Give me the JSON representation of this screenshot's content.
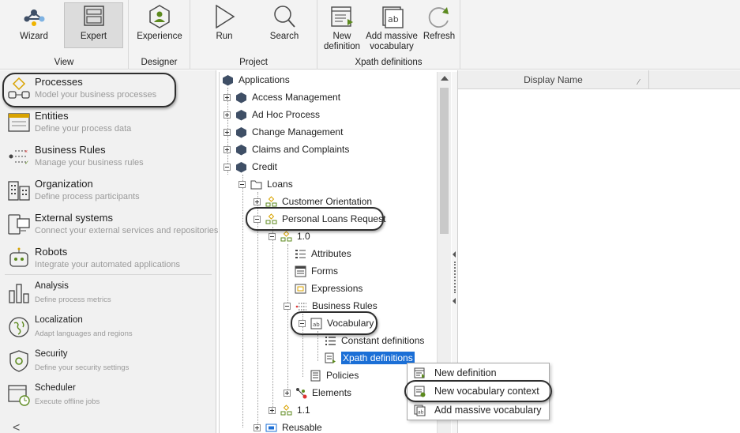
{
  "ribbon": {
    "groups": [
      {
        "label": "View"
      },
      {
        "label": "Designer"
      },
      {
        "label": "Project"
      },
      {
        "label": "Xpath definitions"
      }
    ],
    "buttons": [
      {
        "label": "Wizard",
        "icon": "wizard-icon"
      },
      {
        "label": "Expert",
        "icon": "expert-icon",
        "active": true
      },
      {
        "label": "Experience",
        "icon": "experience-icon"
      },
      {
        "label": "Run",
        "icon": "run-icon"
      },
      {
        "label": "Search",
        "icon": "search-icon"
      },
      {
        "label": "New definition",
        "label_line1": "New",
        "label_line2": "definition",
        "icon": "new-definition-icon"
      },
      {
        "label": "Add massive vocabulary",
        "label_line1": "Add massive",
        "label_line2": "vocabulary",
        "icon": "add-massive-vocabulary-icon"
      },
      {
        "label": "Refresh",
        "icon": "refresh-icon"
      }
    ]
  },
  "nav": {
    "items": [
      {
        "title": "Processes",
        "subtitle": "Model your business processes",
        "icon": "processes-icon"
      },
      {
        "title": "Entities",
        "subtitle": "Define your process data",
        "icon": "entities-icon"
      },
      {
        "title": "Business Rules",
        "subtitle": "Manage your business rules",
        "icon": "business-rules-icon"
      },
      {
        "title": "Organization",
        "subtitle": "Define process participants",
        "icon": "organization-icon"
      },
      {
        "title": "External systems",
        "subtitle": "Connect your external services and repositories",
        "icon": "external-systems-icon"
      },
      {
        "title": "Robots",
        "subtitle": "Integrate your automated applications",
        "icon": "robots-icon"
      },
      {
        "title": "Analysis",
        "subtitle": "Define process metrics",
        "icon": "analysis-icon"
      },
      {
        "title": "Localization",
        "subtitle": "Adapt languages and regions",
        "icon": "localization-icon"
      },
      {
        "title": "Security",
        "subtitle": "Define your security settings",
        "icon": "security-icon"
      },
      {
        "title": "Scheduler",
        "subtitle": "Execute offline jobs",
        "icon": "scheduler-icon"
      }
    ],
    "collapse": "<"
  },
  "tree": {
    "nodes": [
      {
        "label": "Applications",
        "icon": "application-cube-icon"
      },
      {
        "label": "Access Management",
        "icon": "application-cube-icon"
      },
      {
        "label": "Ad Hoc Process",
        "icon": "application-cube-icon"
      },
      {
        "label": "Change Management",
        "icon": "application-cube-icon"
      },
      {
        "label": "Claims and Complaints",
        "icon": "application-cube-icon"
      },
      {
        "label": "Credit",
        "icon": "application-cube-icon"
      },
      {
        "label": "Loans",
        "icon": "folder-icon"
      },
      {
        "label": "Customer Orientation",
        "icon": "process-icon"
      },
      {
        "label": "Personal Loans Request",
        "icon": "process-icon"
      },
      {
        "label": "1.0",
        "icon": "process-version-icon"
      },
      {
        "label": "Attributes",
        "icon": "attributes-icon"
      },
      {
        "label": "Forms",
        "icon": "forms-icon"
      },
      {
        "label": "Expressions",
        "icon": "expressions-icon"
      },
      {
        "label": "Business Rules",
        "icon": "business-rules-small-icon"
      },
      {
        "label": "Vocabulary",
        "icon": "vocabulary-icon"
      },
      {
        "label": "Constant definitions",
        "icon": "constant-definitions-icon"
      },
      {
        "label": "Xpath definitions",
        "icon": "xpath-definitions-icon"
      },
      {
        "label": "Policies",
        "icon": "policies-icon"
      },
      {
        "label": "Elements",
        "icon": "elements-icon"
      },
      {
        "label": "1.1",
        "icon": "process-version-icon"
      },
      {
        "label": "Reusable",
        "icon": "reusable-icon"
      }
    ]
  },
  "grid": {
    "columns": [
      {
        "label": "Display Name"
      }
    ]
  },
  "context_menu": {
    "items": [
      {
        "label": "New definition",
        "icon": "new-definition-icon"
      },
      {
        "label": "New vocabulary context",
        "icon": "new-vocabulary-context-icon"
      },
      {
        "label": "Add massive vocabulary",
        "icon": "add-massive-vocabulary-icon"
      }
    ]
  },
  "colors": {
    "selection": "#1b6fd6",
    "cube": "#3f4f66",
    "process_green": "#5c8a1e",
    "accent_yellow": "#d9a300"
  }
}
